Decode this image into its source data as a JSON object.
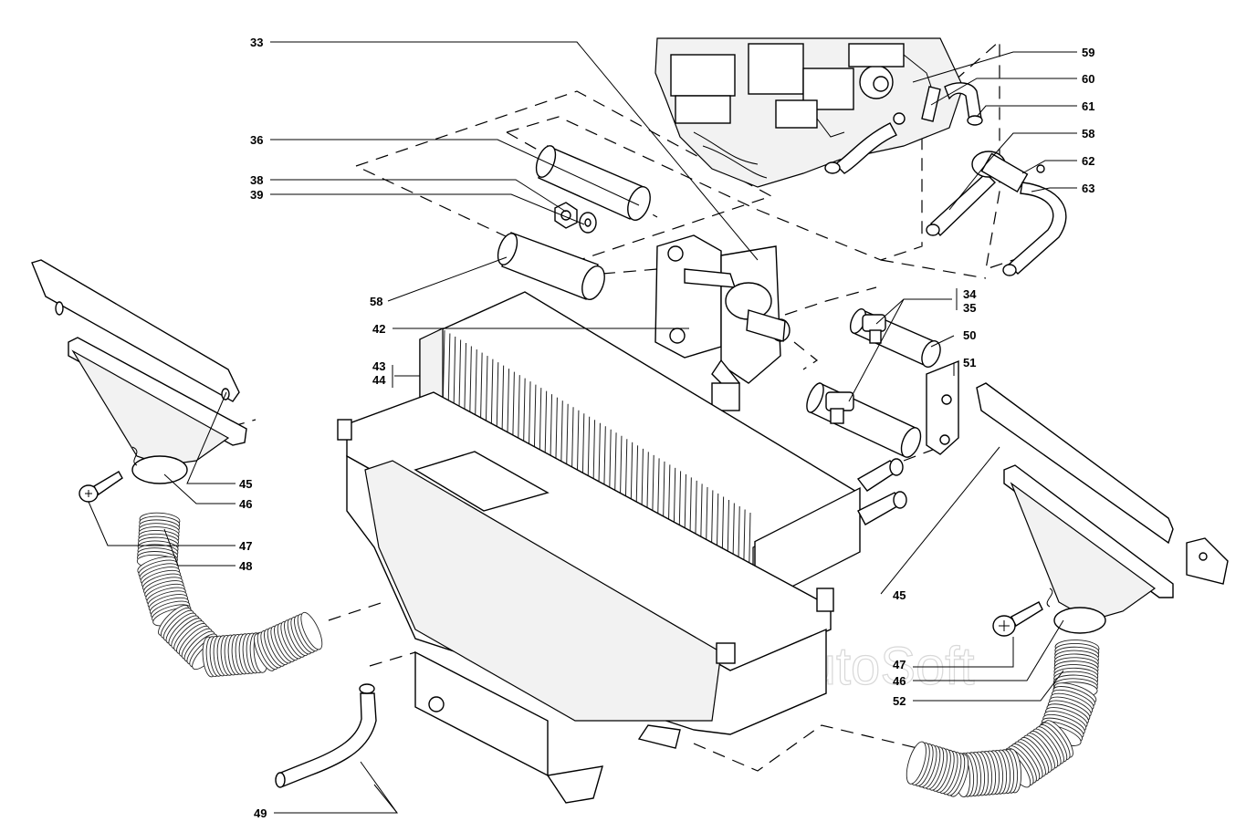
{
  "watermark": "AutoSoft",
  "callouts": {
    "c33": "33",
    "c36": "36",
    "c38": "38",
    "c39": "39",
    "c58a": "58",
    "c42": "42",
    "c43": "43",
    "c44": "44",
    "c45a": "45",
    "c46a": "46",
    "c47a": "47",
    "c48": "48",
    "c49": "49",
    "c59": "59",
    "c60": "60",
    "c61": "61",
    "c58b": "58",
    "c62": "62",
    "c63": "63",
    "c34": "34",
    "c35": "35",
    "c50": "50",
    "c51": "51",
    "c45b": "45",
    "c47b": "47",
    "c46b": "46",
    "c52": "52"
  }
}
